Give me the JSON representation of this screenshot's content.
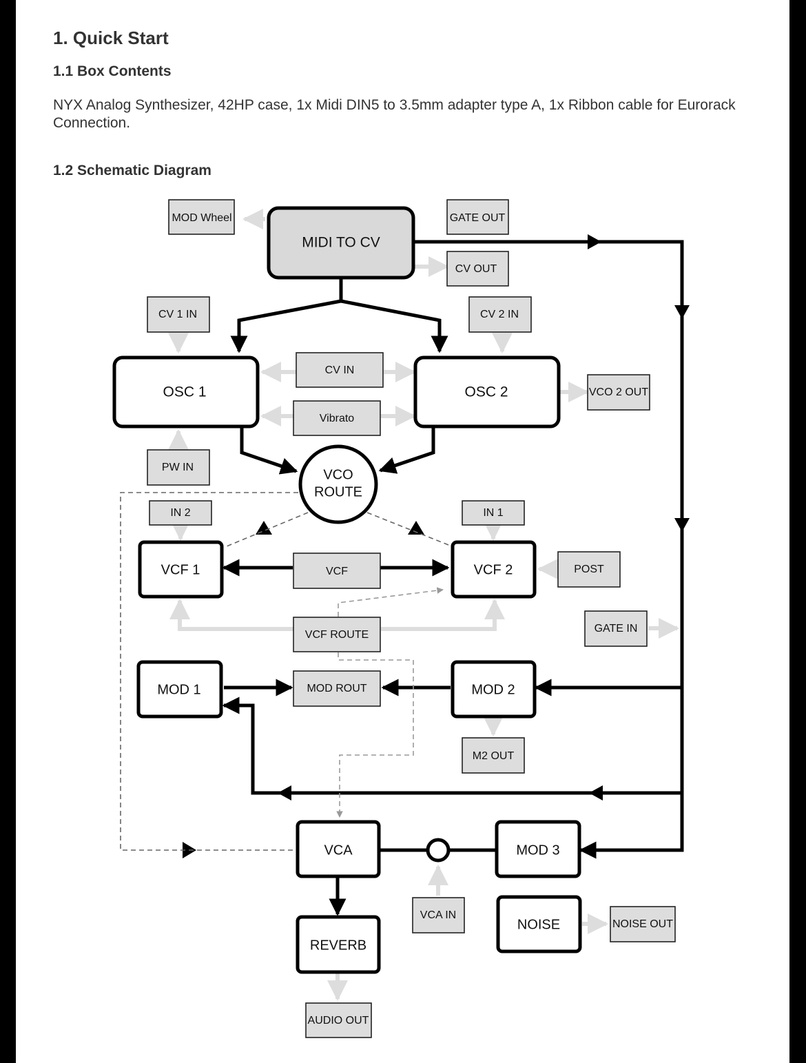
{
  "document": {
    "heading": "1. Quick Start",
    "box_contents": {
      "heading": "1.1 Box Contents",
      "text": "NYX Analog Synthesizer, 42HP case, 1x Midi DIN5 to 3.5mm adapter type A, 1x Ribbon cable for Eurorack Connection."
    },
    "schematic": {
      "heading": "1.2 Schematic Diagram"
    }
  },
  "diagram": {
    "modules": {
      "midi_to_cv": "MIDI TO CV",
      "osc1": "OSC 1",
      "osc2": "OSC 2",
      "vco_route_1": "VCO",
      "vco_route_2": "ROUTE",
      "vcf1": "VCF 1",
      "vcf2": "VCF 2",
      "mod1": "MOD 1",
      "mod2": "MOD 2",
      "mod3": "MOD 3",
      "vca": "VCA",
      "reverb": "REVERB",
      "noise": "NOISE"
    },
    "jacks": {
      "mod_wheel": "MOD Wheel",
      "gate_out": "GATE OUT",
      "cv_out": "CV OUT",
      "cv1_in": "CV 1 IN",
      "cv2_in": "CV 2 IN",
      "cv_in": "CV IN",
      "vibrato": "Vibrato",
      "vco2_out": "VCO 2 OUT",
      "pw_in": "PW IN",
      "in2": "IN 2",
      "in1": "IN 1",
      "vcf": "VCF",
      "post": "POST",
      "vcf_route": "VCF ROUTE",
      "gate_in": "GATE IN",
      "mod_rout": "MOD ROUT",
      "m2_out": "M2 OUT",
      "vca_in": "VCA IN",
      "noise_out": "NOISE OUT",
      "audio_out": "AUDIO OUT"
    }
  }
}
